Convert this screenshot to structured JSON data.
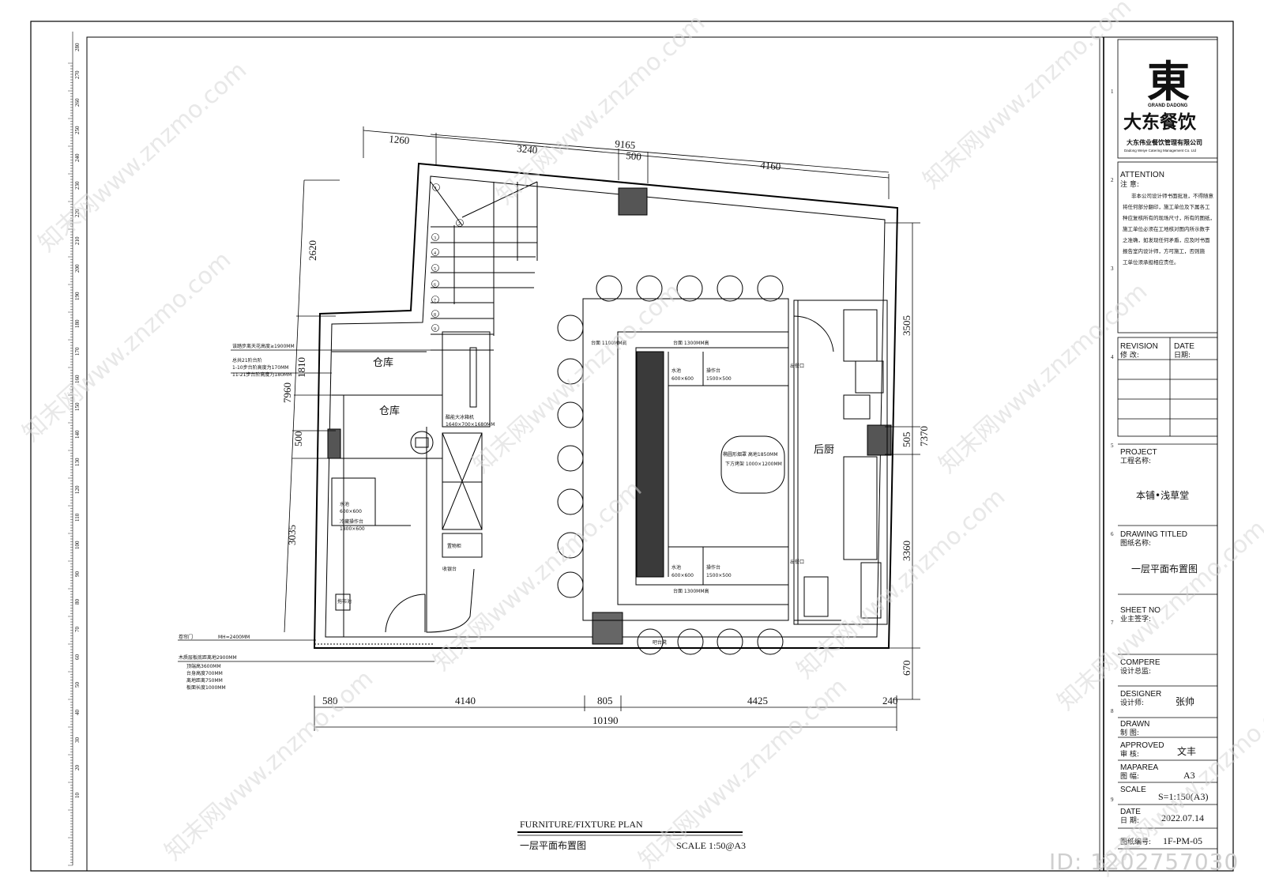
{
  "dimensions": {
    "top": [
      "1260",
      "3240",
      "9165",
      "500",
      "4160"
    ],
    "left": [
      "2620",
      "7960",
      "1810",
      "500",
      "3035"
    ],
    "right": [
      "3505",
      "505",
      "7370",
      "3360",
      "670"
    ],
    "bottom": [
      "580",
      "4140",
      "805",
      "4425",
      "240",
      "10190"
    ]
  },
  "rooms": {
    "storage1": "仓库",
    "storage2": "仓库",
    "kitchen": "后厨"
  },
  "notes": {
    "stair1": "该踏步离天花高度≥1900MM",
    "stair2": "总共21阶台阶",
    "stair3": "1-10步台阶高度为170MM",
    "stair4": "11-21步台阶高度为180MM",
    "door1": "卷帘门",
    "door2": "MH=2400MM",
    "wood1": "木质层板底距离地2900MM",
    "wood2": "顶端高3600MM",
    "wood3": "台身高度700MM",
    "wood4": "离地距离750MM",
    "wood5": "板面长度1000MM"
  },
  "fixtures": {
    "counter_top_1100": "台面 1100MM高",
    "counter_top_1300": "台面 1300MM高",
    "counter_bottom_1300": "台面 1300MM高",
    "sink_a": "水池",
    "sink_a_size": "600×600",
    "prep_a": "操作台",
    "prep_a_size": "1500×500",
    "sink_b": "水池",
    "sink_b_size": "600×600",
    "prep_b": "操作台",
    "prep_b_size": "1500×500",
    "island1": "椭圆形烟罩 高地1850MM",
    "island2": "下方烤架 1000×1200MM",
    "fridge1": "酷能大冰箱机",
    "fridge2": "1640×700×1680MM",
    "sink_c": "水池",
    "sink_c_size": "600×600",
    "cold_prep": "冷藏操作台",
    "cold_prep_size": "1800×600",
    "cash": "收银台",
    "shelf": "置物柜",
    "serve_out": "出餐口",
    "serve_out2": "出餐口",
    "bar_seat": "吧台凳",
    "mop": "拖布池"
  },
  "stair_numbers": [
    "1",
    "2",
    "3",
    "4",
    "5",
    "6",
    "7",
    "8",
    "9"
  ],
  "plan_title": {
    "en": "FURNITURE/FIXTURE PLAN",
    "cn": "一层平面布置图",
    "scale": "SCALE  1:50@A3"
  },
  "title_block": {
    "logo_char": "東",
    "logo_en": "GRAND DADONG",
    "logo_cn": "大东餐饮",
    "company_cn": "大东伟业餐饮管理有限公司",
    "company_en": "Dadong Weiye Catering Management Co. Ltd",
    "attention_en": "ATTENTION",
    "attention_cn": "注  意:",
    "attention_lines": [
      "非本公司设计师书面批准，不得随意",
      "将任何部分翻印，施工单位及下属各工",
      "种应复核所有的现场尺寸，所有的图纸，",
      "施工单位必须在工地核对图内所示数字",
      "之准确，如发现任何矛盾，应及时书面",
      "报告室内设计师，方可施工，否则施",
      "工单位须承担相应责任。"
    ],
    "revision_en": "REVISION",
    "revision_cn": "修  改:",
    "date_en": "DATE",
    "date_cn": "日期:",
    "project_en": "PROJECT",
    "project_cn": "工程名称:",
    "project_val": "本铺•浅草堂",
    "drawing_en": "DRAWING TITLED",
    "drawing_cn": "图纸名称:",
    "drawing_val": "一层平面布置图",
    "sheet_en": "SHEET NO",
    "sheet_cn": "业主签字:",
    "compere_en": "COMPERE",
    "compere_cn": "设计总监:",
    "designer_en": "DESIGNER",
    "designer_cn": "设计师:",
    "designer_val": "张帅",
    "drawn_en": "DRAWN",
    "drawn_cn": "制  图:",
    "approved_en": "APPROVED",
    "approved_cn": "审  核:",
    "approved_val": "文丰",
    "maparea_en": "MAPAREA",
    "maparea_cn": "图  幅:",
    "maparea_val": "A3",
    "scale_en": "SCALE",
    "scale_val": "S=1:150(A3)",
    "date2_en": "DATE",
    "date2_cn": "日  期:",
    "date2_val": "2022.07.14",
    "dwgno_cn": "图纸编号:",
    "dwgno_val": "1F-PM-05"
  },
  "row_numbers": [
    "1",
    "2",
    "3",
    "4",
    "5",
    "6",
    "7",
    "8",
    "9"
  ],
  "ruler_labels": [
    "280",
    "270",
    "260",
    "250",
    "240",
    "230",
    "220",
    "210",
    "200",
    "190",
    "180",
    "170",
    "160",
    "150",
    "140",
    "130",
    "120",
    "110",
    "100",
    "90",
    "80",
    "70",
    "60",
    "50",
    "40",
    "30",
    "20",
    "10"
  ],
  "watermarks": [
    "知末网www.znzmo.com"
  ],
  "sheet_id": "ID: 1202757030"
}
